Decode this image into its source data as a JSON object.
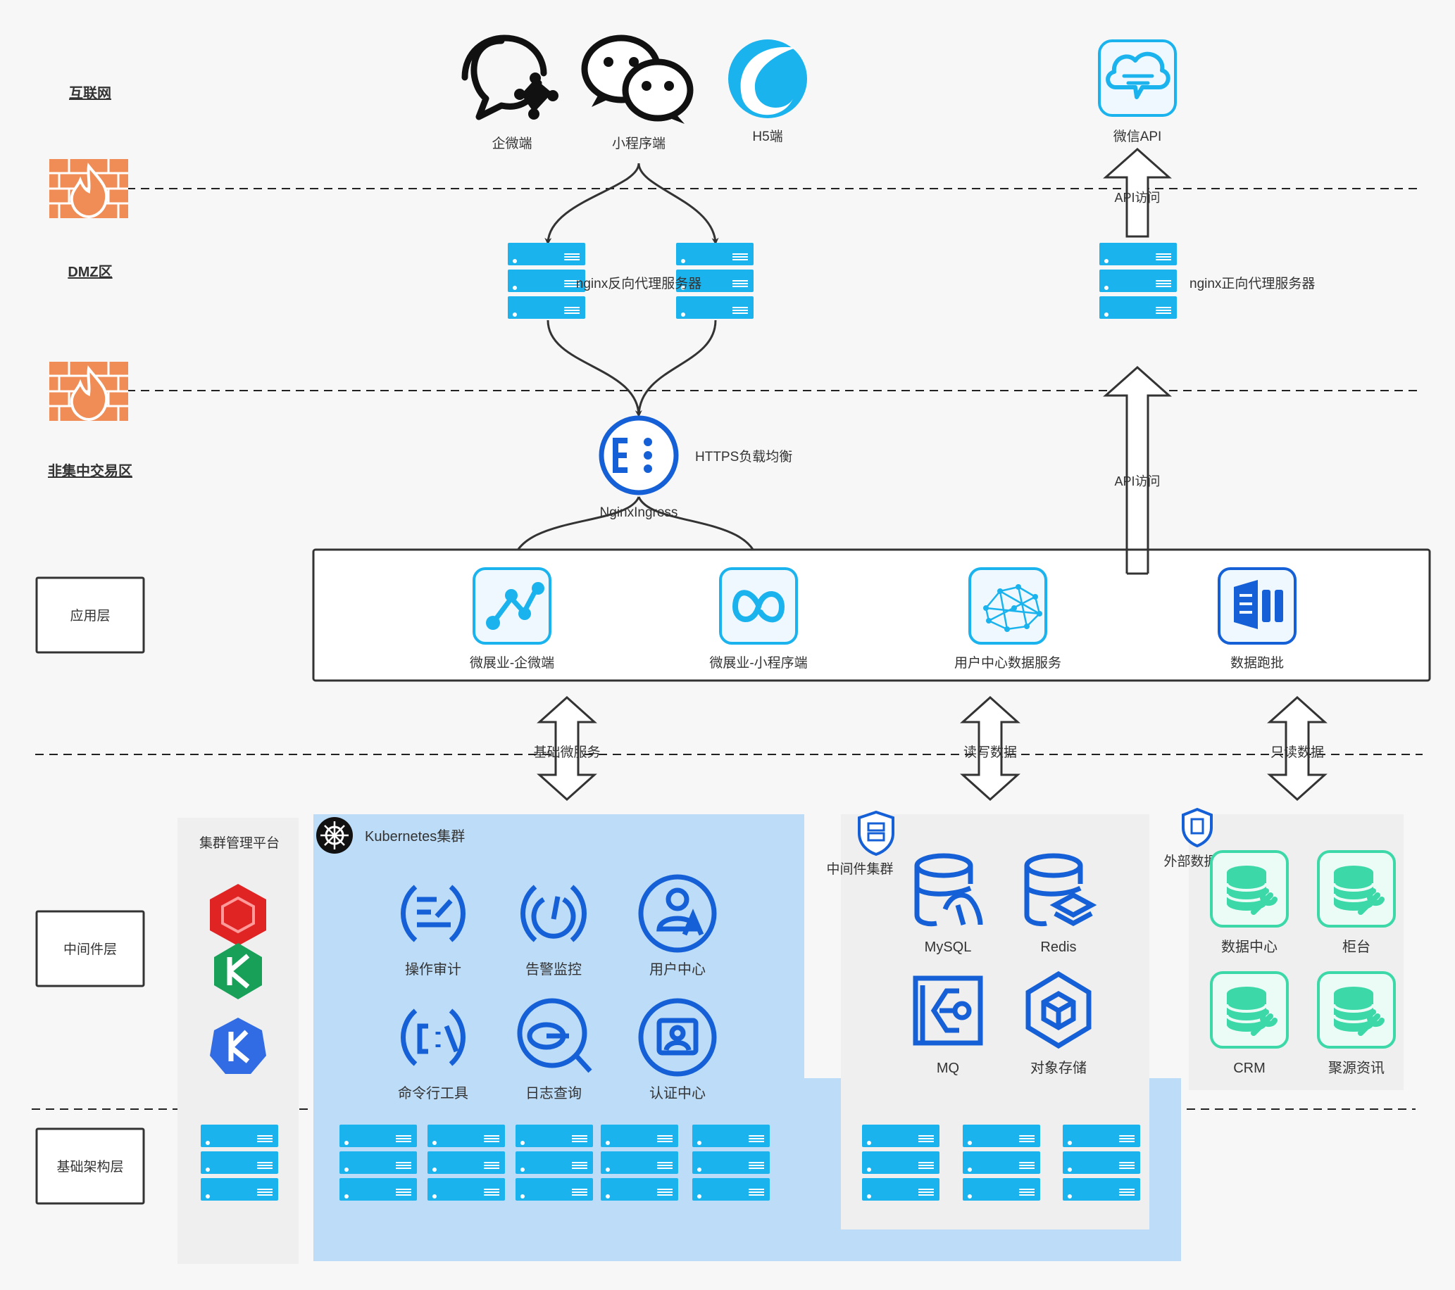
{
  "zones": {
    "internet": "互联网",
    "dmz": "DMZ区",
    "non_central": "非集中交易区"
  },
  "layers": {
    "app": "应用层",
    "middleware": "中间件层",
    "infra": "基础架构层"
  },
  "clients": {
    "wecom": "企微端",
    "miniapp": "小程序端",
    "h5": "H5端",
    "wechat_api": "微信API"
  },
  "dmz": {
    "reverse_proxy": "nginx反向代理服务器",
    "forward_proxy": "nginx正向代理服务器",
    "api_access_top": "API访问",
    "api_access_bottom": "API访问"
  },
  "ingress": {
    "lb": "HTTPS负载均衡",
    "name": "NginxIngress"
  },
  "apps": {
    "wecom": "微展业-企微端",
    "miniapp": "微展业-小程序端",
    "usercenter": "用户中心数据服务",
    "databatch": "数据跑批"
  },
  "arrows": {
    "basic": "基础微服务",
    "rw": "读写数据",
    "ro": "只读数据"
  },
  "cluster_mgmt": {
    "title": "集群管理平台"
  },
  "k8s": {
    "title": "Kubernetes集群",
    "services": {
      "audit": "操作审计",
      "alert": "告警监控",
      "usercenter": "用户中心",
      "cli": "命令行工具",
      "log": "日志查询",
      "auth": "认证中心"
    }
  },
  "mw": {
    "title": "中间件集群",
    "mysql": "MySQL",
    "redis": "Redis",
    "mq": "MQ",
    "oss": "对象存储"
  },
  "extdb": {
    "title": "外部数据库",
    "datacenter": "数据中心",
    "counter": "柜台",
    "crm": "CRM",
    "juyuan": "聚源资讯"
  },
  "colors": {
    "server": "#1ab3ee",
    "k8s_bg": "#bcdcf8",
    "gray_bg": "#efefef",
    "icon_blue": "#1560d6",
    "teal": "#3cd8a8",
    "firewall": "#f08c55",
    "border": "#333333"
  }
}
